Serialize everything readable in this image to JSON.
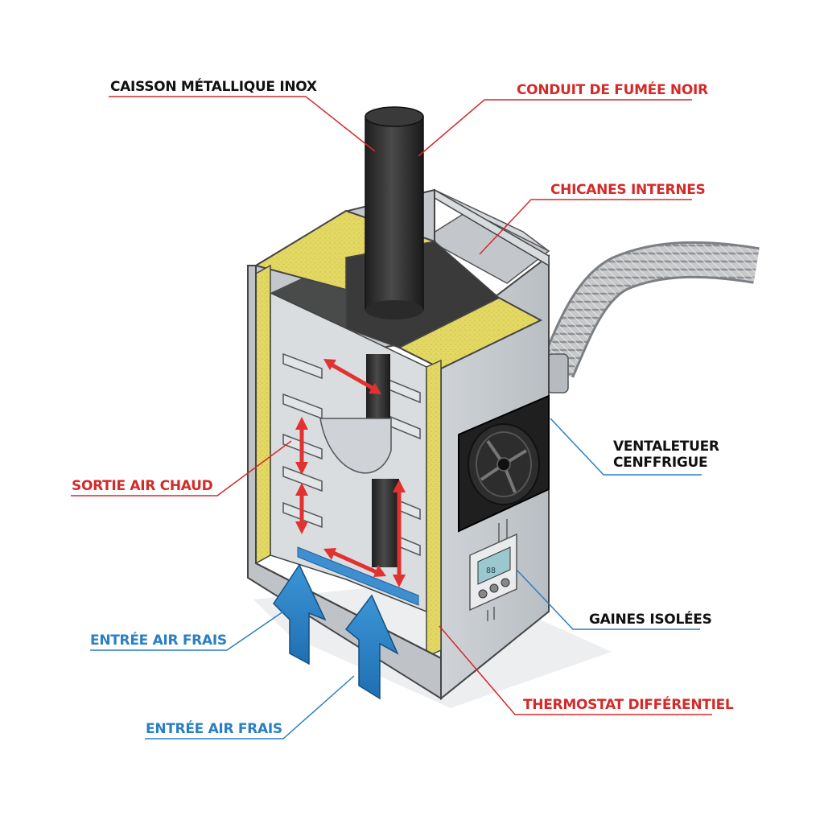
{
  "colors": {
    "red": "#d42a2a",
    "blue": "#2a7fc4",
    "black": "#111111",
    "steel": "#c9cdd2",
    "insulation": "#e4d864",
    "flue": "#2b2b2b"
  },
  "labels": {
    "caisson": "CAISSON MÉTALLIQUE INOX",
    "conduit": "CONDUIT DE FUMÉE NOIR",
    "chicanes": "CHICANES INTERNES",
    "ventilateur": "VENTALETUER\nCENFFRIGUE",
    "sortie": "SORTIE AIR CHAUD",
    "gaines": "GAINES ISOLÉES",
    "entree1": "ENTRÉE AIR FRAIS",
    "thermostat": "THERMOSTAT DIFFÉRENTIEL",
    "entree2": "ENTRÉE AIR FRAIS"
  },
  "display": {
    "reading": "88"
  },
  "icons": [
    "fan-icon",
    "thermostat-icon",
    "up-arrow-icon",
    "flex-duct-icon"
  ]
}
